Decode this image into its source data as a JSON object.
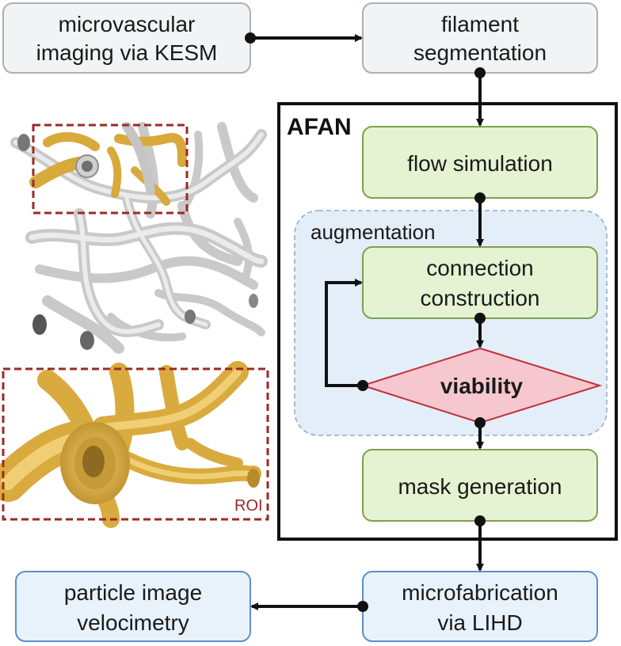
{
  "boxes": {
    "imaging": {
      "line1": "microvascular",
      "line2": "imaging via KESM"
    },
    "segmentation": {
      "line1": "filament",
      "line2": "segmentation"
    },
    "flow": {
      "line1": "flow simulation"
    },
    "connection": {
      "line1": "connection",
      "line2": "construction"
    },
    "viability": {
      "line1": "viability"
    },
    "mask": {
      "line1": "mask generation"
    },
    "microfab": {
      "line1": "microfabrication",
      "line2": "via LIHD"
    },
    "piv": {
      "line1": "particle image",
      "line2": "velocimetry"
    }
  },
  "groups": {
    "afan": "AFAN",
    "augmentation": "augmentation"
  },
  "image_labels": {
    "roi": "ROI"
  },
  "colors": {
    "grey_fill": "#f1f3f4",
    "grey_stroke": "#a9b1b6",
    "green_fill": "#e5f3d2",
    "green_stroke": "#7fa04e",
    "blue_fill": "#e8f2fb",
    "blue_stroke": "#5b8fcd",
    "diamond_fill": "#f6c7ce",
    "diamond_stroke": "#c0303a",
    "aug_fill": "#e3eef8",
    "aug_stroke": "#8fa8c4",
    "roi_stroke": "#9b2a25",
    "vessel_grey": "#d6d6d6",
    "vessel_gold": "#e3b54a"
  }
}
